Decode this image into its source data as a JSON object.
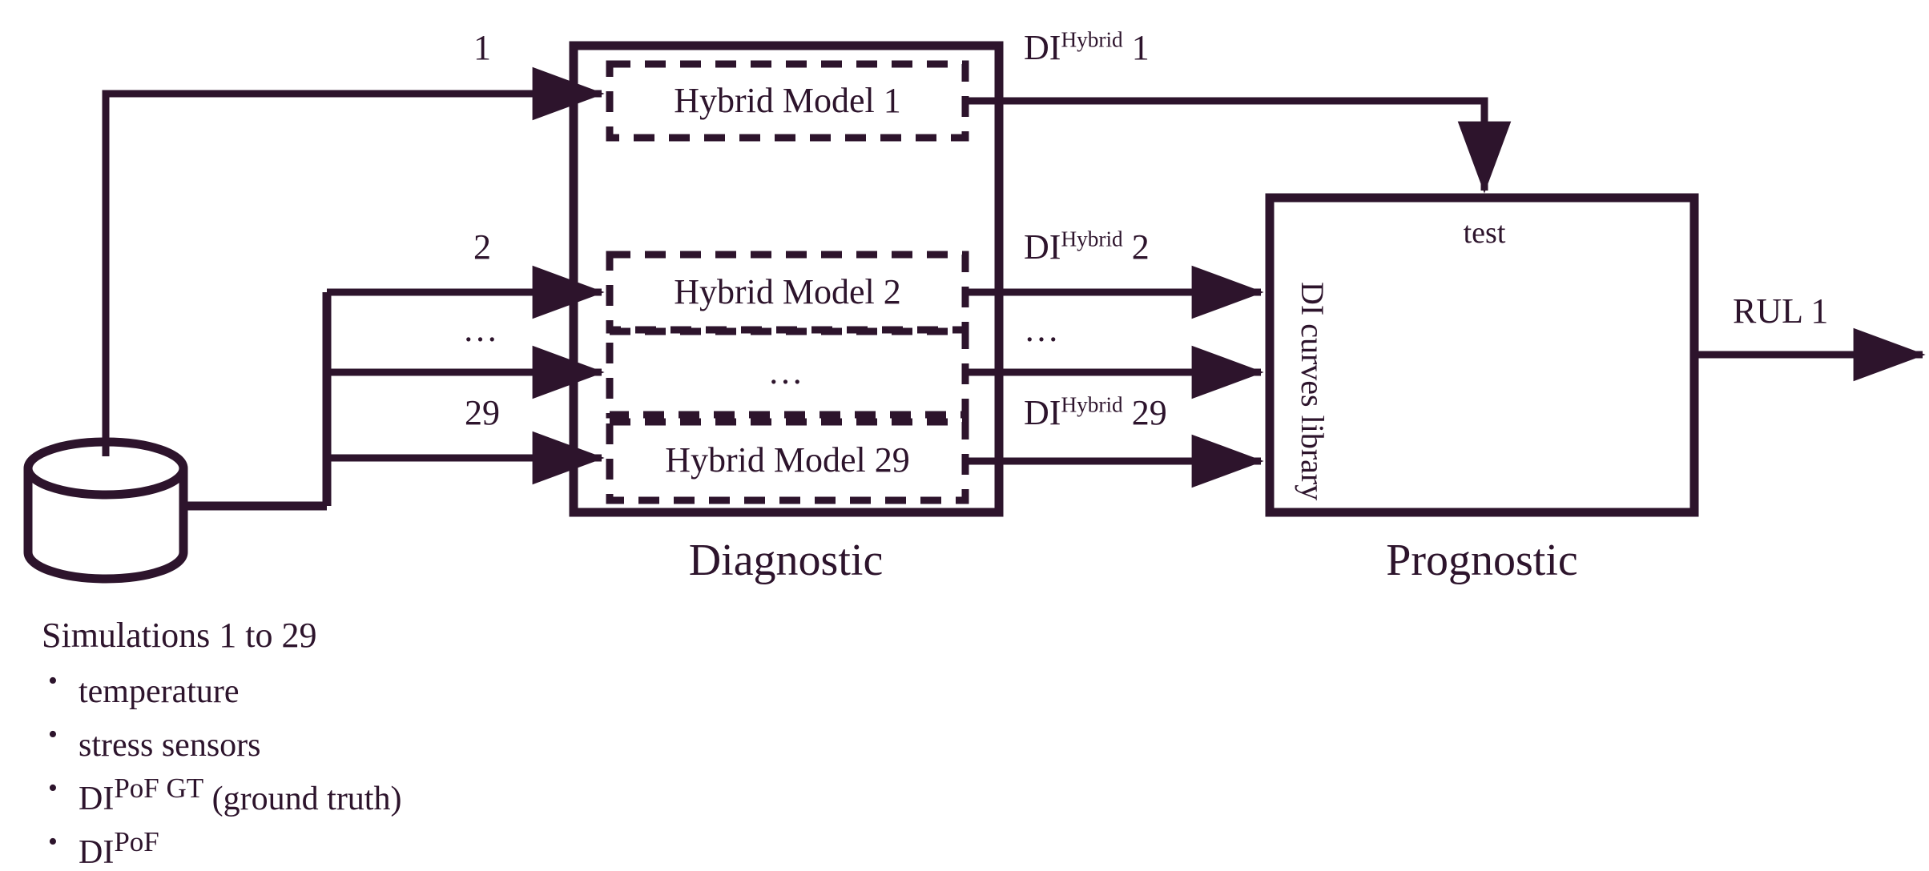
{
  "figure": {
    "accent_color": "#2d142c",
    "background_color": "#ffffff"
  },
  "source": {
    "node_name": "database-cylinder",
    "caption_heading": "Simulations 1 to 29",
    "items": [
      "temperature",
      "stress sensors",
      "DI^PoF GT (ground truth)",
      "DI^PoF"
    ],
    "item_rich": [
      {
        "base": "temperature",
        "sup": "",
        "tail": ""
      },
      {
        "base": "stress sensors",
        "sup": "",
        "tail": ""
      },
      {
        "base": "DI",
        "sup": "PoF GT",
        "tail": " (ground truth)"
      },
      {
        "base": "DI",
        "sup": "PoF",
        "tail": ""
      }
    ]
  },
  "diagnostic": {
    "section_label": "Diagnostic",
    "models": [
      {
        "label": "Hybrid Model 1",
        "input_label": "1",
        "output_base": "DI",
        "output_sup": "Hybrid",
        "output_tail": "1"
      },
      {
        "label": "Hybrid Model 2",
        "input_label": "2",
        "output_base": "DI",
        "output_sup": "Hybrid",
        "output_tail": "2"
      },
      {
        "label": "…",
        "input_label": "…",
        "output_base": "",
        "output_sup": "",
        "output_tail": "…"
      },
      {
        "label": "Hybrid Model 29",
        "input_label": "29",
        "output_base": "DI",
        "output_sup": "Hybrid",
        "output_tail": "29"
      }
    ]
  },
  "prognostic": {
    "section_label": "Prognostic",
    "top_input_label": "test",
    "side_label": "DI curves library",
    "output_label": "RUL 1"
  }
}
